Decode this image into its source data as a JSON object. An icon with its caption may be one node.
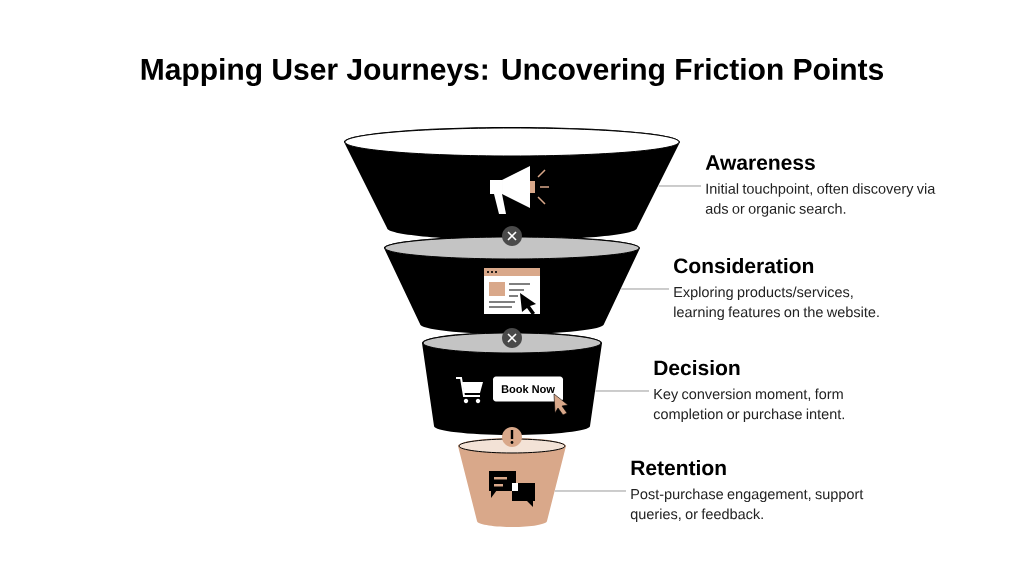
{
  "diagram": {
    "title": "Mapping User Journeys: Uncovering Friction Points",
    "nodes": [
      {
        "text": [],
        "shape": "trapezium"
      },
      {
        "text": [
          "Awareness",
          "Initial touchpoint, often discovery via ads or organic search."
        ]
      },
      {
        "text": [],
        "shape": "trapezium"
      },
      {
        "text": [
          "Consideration",
          "Exploring products/services, learning features on the website."
        ]
      },
      {
        "text": [],
        "shape": "trapezium"
      },
      {
        "text": [
          "Book Now"
        ],
        "in": 4
      },
      {
        "text": [
          "Decision",
          "Key conversion moment, form completion or purchase intent."
        ]
      },
      {
        "text": [],
        "shape": "trapezium"
      },
      {
        "text": [
          "Retention",
          "Post-purchase engagement, support queries, or feedback."
        ]
      }
    ],
    "edges": [
      {
        "from": 1,
        "to": 0,
        "arrow": "none"
      },
      {
        "from": 3,
        "to": 2,
        "arrow": "none"
      },
      {
        "from": 6,
        "to": 4,
        "arrow": "none"
      },
      {
        "from": 8,
        "to": 7,
        "arrow": "none"
      }
    ]
  }
}
